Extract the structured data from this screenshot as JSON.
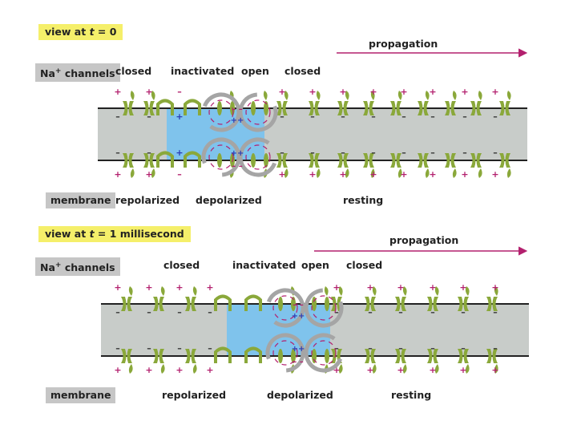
{
  "panel1": {
    "view_prefix": "view at ",
    "view_var": "t",
    "view_suffix": " = 0",
    "propagation": "propagation",
    "channels_label": "channels",
    "na_symbol": "Na",
    "na_charge": "+",
    "states": [
      "closed",
      "inactivated",
      "open",
      "closed"
    ],
    "membrane_label": "membrane",
    "membrane_states": [
      "repolarized",
      "depolarized",
      "resting"
    ]
  },
  "panel2": {
    "view_prefix": "view at ",
    "view_var": "t",
    "view_suffix": " = 1 millisecond",
    "propagation": "propagation",
    "channels_label": "channels",
    "na_symbol": "Na",
    "na_charge": "+",
    "states": [
      "closed",
      "inactivated",
      "open",
      "closed"
    ],
    "membrane_label": "membrane",
    "membrane_states": [
      "repolarized",
      "depolarized",
      "resting"
    ]
  },
  "symbols": {
    "plus": "+",
    "minus": "–",
    "double_plus": "++",
    "double_minus": "– –"
  },
  "colors": {
    "highlight": "#f5ef6a",
    "label_box": "#c6c6c6",
    "membrane_fill": "#c8ccc9",
    "depolarized_fill": "#7fc3ec",
    "channel_green": "#8aa83a",
    "propagation_arrow": "#b3206e",
    "current_arrow_gray": "#a5a5a5"
  }
}
